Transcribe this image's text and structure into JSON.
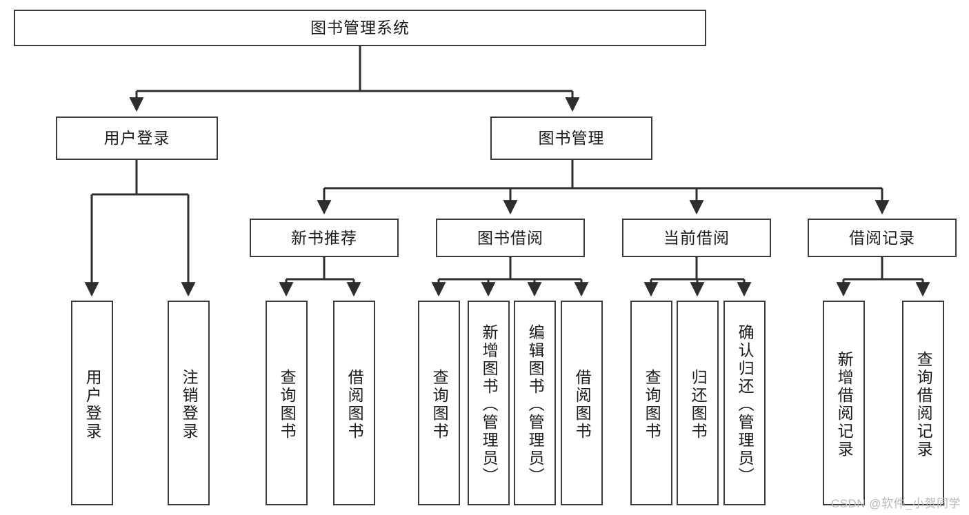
{
  "diagram": {
    "type": "tree",
    "title": "图书管理系统",
    "watermark": "CSDN @软件_小贺同学",
    "colors": {
      "stroke": "#3a3a3a",
      "fill": "#ffffff",
      "text": "#1b1b1b",
      "watermark": "#b9b9b9"
    },
    "root": {
      "label": "图书管理系统"
    },
    "level2": [
      {
        "label": "用户登录"
      },
      {
        "label": "图书管理"
      }
    ],
    "level3": [
      {
        "label": "新书推荐"
      },
      {
        "label": "图书借阅"
      },
      {
        "label": "当前借阅"
      },
      {
        "label": "借阅记录"
      }
    ],
    "leaves": {
      "user_login": [
        {
          "label": "用户登录"
        },
        {
          "label": "注销登录"
        }
      ],
      "new_book_recommend": [
        {
          "label": "查询图书"
        },
        {
          "label": "借阅图书"
        }
      ],
      "book_borrow": [
        {
          "label": "查询图书"
        },
        {
          "label": "新增图书（管理员）"
        },
        {
          "label": "编辑图书（管理员）"
        },
        {
          "label": "借阅图书"
        }
      ],
      "current_borrow": [
        {
          "label": "查询图书"
        },
        {
          "label": "归还图书"
        },
        {
          "label": "确认归还（管理员）"
        }
      ],
      "borrow_record": [
        {
          "label": "新增借阅记录"
        },
        {
          "label": "查询借阅记录"
        }
      ]
    }
  }
}
